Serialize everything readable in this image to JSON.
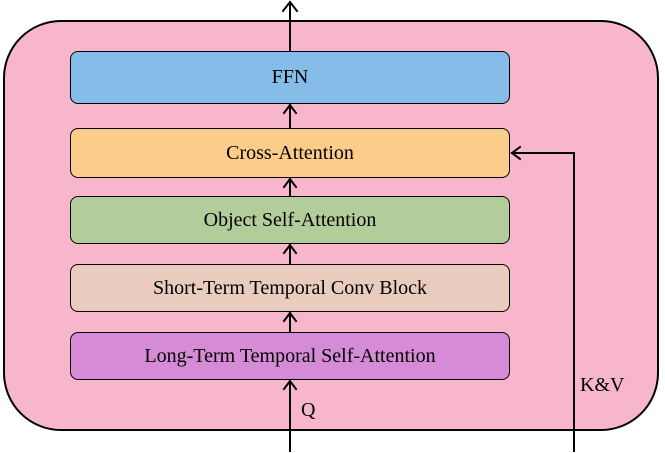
{
  "blocks": {
    "ffn": "FFN",
    "cross_attention": "Cross-Attention",
    "object_self_attention": "Object Self-Attention",
    "short_term": "Short-Term Temporal Conv Block",
    "long_term": "Long-Term Temporal Self-Attention"
  },
  "inputs": {
    "query": "Q",
    "key_value": "K&V"
  },
  "colors": {
    "container": "#f7b6cc",
    "ffn": "#86bde8",
    "cross_attention": "#fbcc8a",
    "object_self_attention": "#b3cd9a",
    "short_term": "#eaccbf",
    "long_term": "#d58bd5"
  }
}
